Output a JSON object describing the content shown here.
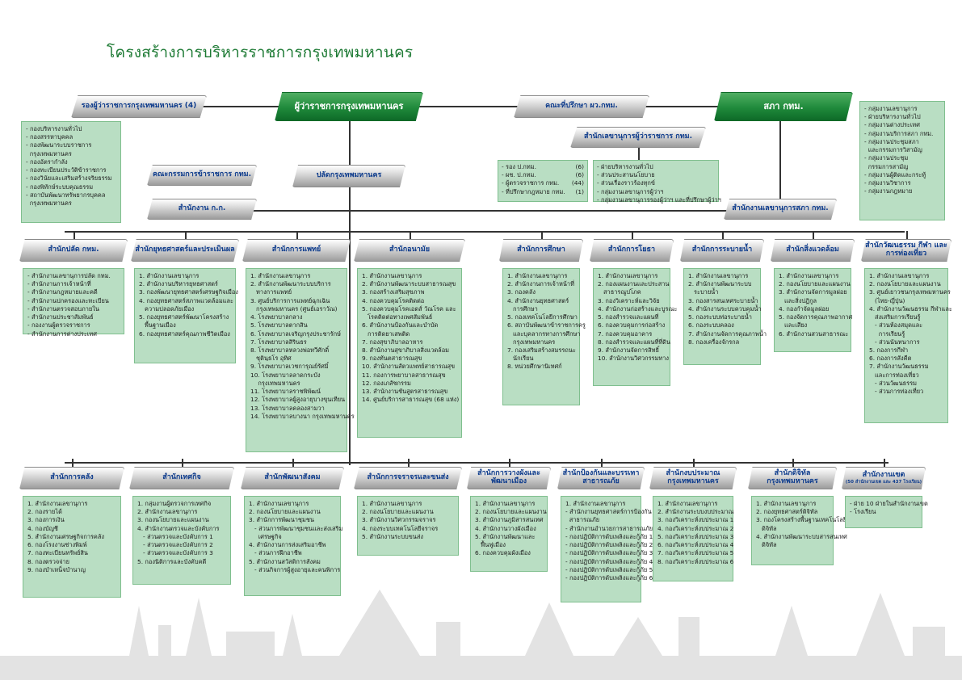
{
  "title": "โครงสร้างการบริหารราชการกรุงเทพมหานคร",
  "colors": {
    "green_header": "#1f8a3b",
    "box_fill": "#b9dec3",
    "title": "#1d7a34",
    "header_text": "#0d3b8c"
  },
  "top": {
    "governor": "ผู้ว่าราชการกรุงเทพมหานคร",
    "deputy": "รองผู้ว่าราชการกรุงเทพมหานคร (4)",
    "advisors": "คณะที่ปรึกษา ผว.กทม.",
    "council": "สภา กทม.",
    "gov_secretariat": "สำนักเลขานุการผู้ว่าราชการ กทม.",
    "civil_commission": "คณะกรรมการข้าราชการ กทม.",
    "permanent_sec": "ปลัดกรุงเทพมหานคร",
    "ckk_office": "สำนักงาน ก.ก.",
    "council_secretariat": "สำนักงานเลขานุการสภา กทม."
  },
  "deputy_items": [
    "- กองบริหารงานทั่วไป",
    "- กองสรรหาบุคคล",
    "- กองพัฒนาระบบราชการ",
    "  กรุงเทพมหานคร",
    "- กองอัตรากำลัง",
    "- กองทะเบียนประวัติข้าราชการ",
    "- กองวินัยและเสริมสร้างจริยธรรม",
    "- กองพิทักษ์ระบบคุณธรรม",
    "- สถาบันพัฒนาทรัพยากรบุคคล",
    "  กรุงเทพมหานคร"
  ],
  "secretariat_left": [
    [
      "- รอง ป.กทม.",
      "(6)"
    ],
    [
      "- ผช. ป.กทม.",
      "(6)"
    ],
    [
      "- ผู้ตรวจราชการ กทม.",
      "(44)"
    ],
    [
      "- ที่ปรึกษากฎหมาย กทม.",
      "(1)"
    ]
  ],
  "secretariat_right": [
    "- ฝ่ายบริหารงานทั่วไป",
    "- ส่วนประสานนโยบาย",
    "- ส่วนเรื่องราวร้องทุกข์",
    "- กลุ่มงานเลขานุการผู้ว่าฯ",
    "- กลุ่มงานเลขานุการรองผู้ว่าฯ และที่ปรึกษาผู้ว่าฯ"
  ],
  "council_items": [
    "- กลุ่มงานเลขานุการ",
    "- ฝ่ายบริหารงานทั่วไป",
    "- กลุ่มงานต่างประเทศ",
    "- กลุ่มงานบริการสภา กทม.",
    "- กลุ่มงานประชุมสภา",
    "  และกรรมการวิสามัญ",
    "- กลุ่มงานประชุม",
    "  กรรมการสามัญ",
    "- กลุ่มงานผู้ติดและกระทู้",
    "- กลุ่มงานวิชาการ",
    "- กลุ่มงานกฎหมาย"
  ],
  "row1": [
    {
      "title": "สำนักปลัด กทม.",
      "items": [
        "- สำนักงานเลขานุการปลัด กทม.",
        "- สำนักงานการเจ้าหน้าที่",
        "- สำนักงานกฎหมายและคดี",
        "- สำนักงานปกครองและทะเบียน",
        "- สำนักงานตรวจสอบภายใน",
        "- สำนักงานประชาสัมพันธ์",
        "- กองงานผู้ตรวจราชการ",
        "- สำนักงานการต่างประเทศ"
      ]
    },
    {
      "title": "สำนักยุทธศาสตร์และประเมินผล",
      "items": [
        "1. สำนักงานเลขานุการ",
        "2. สำนักงานบริหารยุทธศาสตร์",
        "3. กองพัฒนายุทธศาสตร์เศรษฐกิจเมือง",
        "4. กองยุทธศาสตร์สภาพแวดล้อมและ",
        "   ความปลอดภัยเมือง",
        "5. กองยุทธศาสตร์พัฒนาโครงสร้าง",
        "   พื้นฐานเมือง",
        "6. กองยุทธศาสตร์คุณภาพชีวิตเมือง"
      ]
    },
    {
      "title": "สำนักการแพทย์",
      "items": [
        "1. สำนักงานเลขานุการ",
        "2. สำนักงานพัฒนาระบบบริการ",
        "   ทางการแพทย์",
        "3. ศูนย์บริการการแพทย์ฉุกเฉิน",
        "   กรุงเทพมหานคร (ศูนย์เอราวัณ)",
        "4. โรงพยาบาลกลาง",
        "5. โรงพยาบาลตากสิน",
        "6. โรงพยาบาลเจริญกรุงประชารักษ์",
        "7. โรงพยาบาลสิรินธร",
        "8. โรงพยาบาลหลวงพ่อทวีศักดิ์",
        "   ชุตินฺธโร อุทิศ",
        "9. โรงพยาบาลเวชการุณย์รัศมิ์",
        "10. โรงพยาบาลลาดกระบัง",
        "    กรุงเทพมหานคร",
        "11. โรงพยาบาลราชพิพัฒน์",
        "12. โรงพยาบาลผู้สูงอายุบางขุนเทียน",
        "13. โรงพยาบาลคลองสามวา",
        "14. โรงพยาบาลบางนา กรุงเทพมหานคร"
      ]
    },
    {
      "title": "สำนักอนามัย",
      "items": [
        "1. สำนักงานเลขานุการ",
        "2. สำนักงานพัฒนาระบบสาธารณสุข",
        "3. กองสร้างเสริมสุขภาพ",
        "4. กองควบคุมโรคติดต่อ",
        "5. กองควบคุมโรคเอดส์ วัณโรค และ",
        "   โรคติดต่อทางเพศสัมพันธ์",
        "6. สำนักงานป้องกันและบำบัด",
        "   การติดยาเสพติด",
        "7. กองสุขาภิบาลอาหาร",
        "8. สำนักงานสุขาภิบาลสิ่งแวดล้อม",
        "9. กองทันตสาธารณสุข",
        "10. สำนักงานสัตวแพทย์สาธารณสุข",
        "11. กองการพยาบาลสาธารณสุข",
        "12. กองเภสัชกรรม",
        "13. สำนักงานชันสูตรสาธารณสุข",
        "14. ศูนย์บริการสาธารณสุข (68 แห่ง)"
      ]
    },
    {
      "title": "สำนักการศึกษา",
      "items": [
        "1. สำนักงานเลขานุการ",
        "2. สำนักงานการเจ้าหน้าที่",
        "3. กองคลัง",
        "4. สำนักงานยุทธศาสตร์",
        "   การศึกษา",
        "5. กองเทคโนโลยีการศึกษา",
        "6. สถาบันพัฒนาข้าราชการครู",
        "   และบุคลากรทางการศึกษา",
        "   กรุงเทพมหานคร",
        "7. กองเสริมสร้างสมรรถนะ",
        "   นักเรียน",
        "8. หน่วยศึกษานิเทศก์"
      ]
    },
    {
      "title": "สำนักการโยธา",
      "items": [
        "1. สำนักงานเลขานุการ",
        "2. กองแผนงานและประสาน",
        "   สาธารณูปโภค",
        "3. กองวิเคราะห์และวิจัย",
        "4. สำนักงานก่อสร้างและบูรณะ",
        "5. กองสำรวจและแผนที่",
        "6. กองควบคุมการก่อสร้าง",
        "7. กองควบคุมอาคาร",
        "8. กองสำรวจและแผนที่ที่ดิน",
        "9. สำนักงานจัดการสิทธิ์",
        "10. สำนักงานวิศวกรรมทาง"
      ]
    },
    {
      "title": "สำนักการระบายน้ำ",
      "items": [
        "1. สำนักงานเลขานุการ",
        "2. สำนักงานพัฒนาระบบ",
        "   ระบายน้ำ",
        "3. กองสารสนเทศระบายน้ำ",
        "4. สำนักงานระบบควบคุมน้ำ",
        "5. กองระบบท่อระบายน้ำ",
        "6. กองระบบคลอง",
        "7. สำนักงานจัดการคุณภาพน้ำ",
        "8. กองเครื่องจักรกล"
      ]
    },
    {
      "title": "สำนักสิ่งแวดล้อม",
      "items": [
        "1. สำนักงานเลขานุการ",
        "2. กองนโยบายและแผนงาน",
        "3. สำนักงานจัดการมูลฝอย",
        "   และสิ่งปฏิกูล",
        "4. กองกำจัดมูลฝอย",
        "5. กองจัดการคุณภาพอากาศ",
        "   และเสียง",
        "6. สำนักงานสวนสาธารณะ"
      ]
    },
    {
      "title": "สำนักวัฒนธรรม กีฬา และการท่องเที่ยว",
      "items": [
        "1. สำนักงานเลขานุการ",
        "2. กองนโยบายและแผนงาน",
        "3. ศูนย์เยาวชนกรุงเทพมหานคร",
        "   (ไทย-ญี่ปุ่น)",
        "4. สำนักงานวัฒนธรรม กีฬาและ",
        "   ส่งเสริมการเรียนรู้",
        "   - ส่วนห้องสมุดและ",
        "     การเรียนรู้",
        "   - ส่วนนันทนาการ",
        "5. กองการกีฬา",
        "6. กองการสังคีต",
        "7. สำนักงานวัฒนธรรม",
        "   และการท่องเที่ยว",
        "   - ส่วนวัฒนธรรม",
        "   - ส่วนการท่องเที่ยว"
      ]
    }
  ],
  "row2": [
    {
      "title": "สำนักการคลัง",
      "items": [
        "1. สำนักงานเลขานุการ",
        "2. กองรายได้",
        "3. กองการเงิน",
        "4. กองบัญชี",
        "5. สำนักงานเศรษฐกิจการคลัง",
        "6. กองโรงงานช่างพิมพ์",
        "7. กองทะเบียนทรัพย์สิน",
        "8. กองตรวจจ่าย",
        "9. กองบำเหน็จบำนาญ"
      ]
    },
    {
      "title": "สำนักเทศกิจ",
      "items": [
        "1. กลุ่มงานผู้ตรวจการเทศกิจ",
        "2. สำนักงานเลขานุการ",
        "3. กองนโยบายและแผนงาน",
        "4. สำนักงานตรวจและบังคับการ",
        "   - ส่วนตรวจและบังคับการ 1",
        "   - ส่วนตรวจและบังคับการ 2",
        "   - ส่วนตรวจและบังคับการ 3",
        "5. กองนิติการและบังคับคดี"
      ]
    },
    {
      "title": "สำนักพัฒนาสังคม",
      "items": [
        "1. สำนักงานเลขานุการ",
        "2. กองนโยบายและแผนงาน",
        "3. สำนักการพัฒนาชุมชน",
        "   - ส่วนการพัฒนาชุมชนและส่งเสริม",
        "     เศรษฐกิจ",
        "4. สำนักงานการส่งเสริมอาชีพ",
        "   - ส่วนการฝึกอาชีพ",
        "5. สำนักงานสวัสดิการสังคม",
        "   - ส่วนกิจการผู้สูงอายุและคนพิการ"
      ]
    },
    {
      "title": "สำนักการจราจรและขนส่ง",
      "items": [
        "1. สำนักงานเลขานุการ",
        "2. กองนโยบายและแผนงาน",
        "3. สำนักงานวิศวกรรมจราจร",
        "4. กองระบบเทคโนโลยีจราจร",
        "5. สำนักงานระบบขนส่ง"
      ]
    },
    {
      "title": "สำนักการวางผังและพัฒนาเมือง",
      "items": [
        "1. สำนักงานเลขานุการ",
        "2. กองนโยบายและแผนงาน",
        "3. สำนักงานภูมิสารสนเทศ",
        "4. สำนักงานวางผังเมือง",
        "5. สำนักงานพัฒนาและ",
        "   ฟื้นฟูเมือง",
        "6. กองควบคุมผังเมือง"
      ]
    },
    {
      "title": "สำนักป้องกันและบรรเทาสาธารณภัย",
      "items": [
        "1. สำนักงานเลขานุการ",
        "- สำนักงานยุทธศาสตร์การป้องกัน",
        "  สาธารณภัย",
        "- สำนักงานอำนวยการสาธารณภัย",
        "- กองปฏิบัติการดับเพลิงและกู้ภัย 1",
        "- กองปฏิบัติการดับเพลิงและกู้ภัย 2",
        "- กองปฏิบัติการดับเพลิงและกู้ภัย 3",
        "- กองปฏิบัติการดับเพลิงและกู้ภัย 4",
        "- กองปฏิบัติการดับเพลิงและกู้ภัย 5",
        "- กองปฏิบัติการดับเพลิงและกู้ภัย 6"
      ]
    },
    {
      "title": "สำนักงบประมาณ กรุงเทพมหานคร",
      "items": [
        "1. สำนักงานเลขานุการ",
        "2. สำนักงานระบบงบประมาณ",
        "3. กองวิเคราะห์งบประมาณ 1",
        "4. กองวิเคราะห์งบประมาณ 2",
        "5. กองวิเคราะห์งบประมาณ 3",
        "6. กองวิเคราะห์งบประมาณ 4",
        "7. กองวิเคราะห์งบประมาณ 5",
        "8. กองวิเคราะห์งบประมาณ 6"
      ]
    },
    {
      "title": "สำนักดิจิทัลกรุงเทพมหานคร",
      "items": [
        "1. สำนักงานเลขานุการ",
        "2. กองยุทธศาสตร์ดิจิทัล",
        "3. กองโครงสร้างพื้นฐานเทคโนโลยี",
        "   ดิจิทัล",
        "4. สำนักงานพัฒนาระบบสารสนเทศ",
        "   ดิจิทัล"
      ]
    },
    {
      "title": "สำนักงานเขต",
      "subtitle": "(50 สำนักงานเขต และ 437 โรงเรียน)",
      "items": [
        "- ฝ่าย 10 ฝ่ายในสำนักงานเขต",
        "- โรงเรียน"
      ]
    }
  ]
}
